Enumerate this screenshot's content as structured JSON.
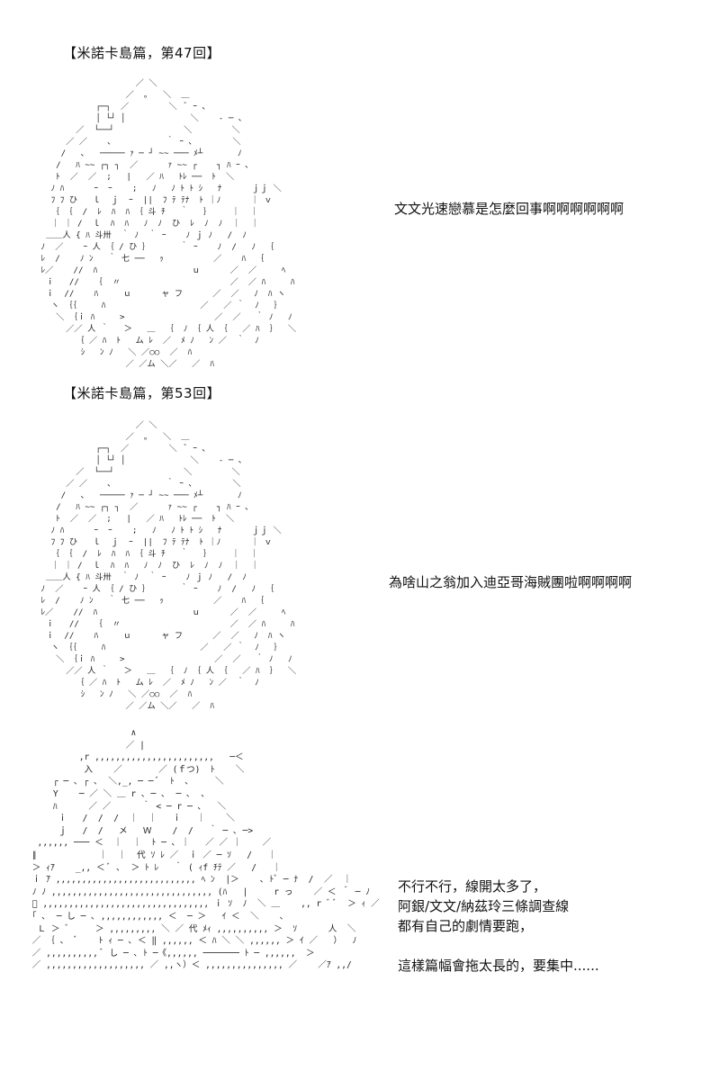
{
  "sections": [
    {
      "header": "【米諾卡島篇，第47回】",
      "caption": "文文光速戀慕是怎麼回事啊啊啊啊啊啊"
    },
    {
      "header": "【米諾卡島篇，第53回】",
      "caption": "為啥山之翁加入迪亞哥海賊團啦啊啊啊啊"
    },
    {
      "caption_lines": [
        "不行不行，線開太多了，",
        "阿銀/文文/納茲玲三條調查線",
        "都有自己的劇情要跑，",
        "這樣篇幅會拖太長的，要集中......"
      ]
    }
  ],
  "ascii_art": {
    "face_art": "                    ／ ＼\n                  ／  ｡   ＼  ＿\n            ┌─┐  ／        ＼  ﾞ ｰ ､\n            │ └┘ │             ＼    ‐ ─ ､\n        ／  └──┘              ＼        ＼\n      ／ ／    ､           ｀ ｰ ､        ＼\n     /   ､   ───── ｧ ─ ┘ ~~ ─── ﾒ┴       ﾉ\n    /   ﾊ ~~ ┌┐ ┐  ／      ｧ ~~ ┌    ┐ ﾊ ｰ ､\n    ﾄ  ／  ／  ;   |   ／ ﾊ   ﾄﾚ ──  ﾄ  ＼\n   ﾉ ﾊ      ｰ  ｰ    ;   ﾉ   ﾉ ﾄ ﾄ ｼ   ﾅ      ｊｊ ＼\n   ﾌ ﾌ ひ   ｌ  ｊ  ｰ  ||  ﾌ ﾃ ﾃﾅ  ﾄ ｜ﾉ      ｜ ｖ\n   ｛ ｛  /  ﾚ  ﾊ  ﾊ ｛ 斗 ﾁ   ｀   ｝    ｜  ｜\n   ｜ ｜ /  ｌ  ﾊ  ﾊ   ﾉ  ﾉ  ひ  ﾚ  ﾉ  ﾉ  ｜  ｜\n  ＿＿人 { ﾊ 斗卅  ｀ ﾉ  ｀ ｰ    ﾉ ｊ ﾉ   /  ﾉ\n ﾉ  ／    ｰ 人 ｛ / ひ ｝      ｀ ｰ    ﾉ  /   ﾉ  ｛\n ﾚ  /    ﾉ ﾝ   ｀ 七 ──   ｯ          ／    ﾊ  ｛\n ﾚ／    //  ﾊ                   ｕ      ／  ／     ﾍ\n  ｉ   //   ｛  〃                      ／  ／ ﾊ     ﾊ\n  ｉ  //    ﾊ     ｕ      ャ フ      ／  ／   ﾉ  ﾊ ヽ\n   ヽ ｛｛     ﾊ                   ／   ／ ｀  ﾉ   ｝\n    ＼ ｛ｉ ﾊ     >                  ／  ／   ｀ ﾉ   ﾉ\n      ／／ 人 ｀   ＞   ＿  ｛  ﾉ ｛ 人 ｛   ／ ﾊ  ｝  ＼\n        ｛ ／ ﾊ  ﾄ   ム ﾚ  ／  ﾒ ﾉ   ﾝ ／  ｀  ﾉ\n         ｼ   ﾝ ﾉ   ＼ ／○○  ／  ﾊ\n                  ／ ／ム ＼／   ／  ﾊ",
    "shadow_art": "                    ∧\n                   ／ |\n          ,r ,,,,,,,,,,,,,,,,,,,,,,,   ─＜\n           入    ／       ／ (ｆつ)  ﾄ    ＼\n     ┌ ─ ､ ┌ ､  ＼,_, ─ ─ ﾞ  ﾄ  ､     ＼\n     Υ    ─ ／ ＼ ＿ r ､ ─ ､  ─ ､  ､\n     ﾊ      ／ ／      ｀ < ─ r ─ ､   ＼\n      ｉ   /  /  /  ｜  ｜   ｉ   ｜    ＼\n      ｊ   /  /   メ   Ｗ    /  /   ｀ ─ ､ ─>\n  ,,,,,, ─── ＜  ｜  ｜  ﾄ ─ ､ ｜   ／ ／ ｜    ／\n ∥            ｜  ｜  代 ｿ ﾚ ／  ｉ ／ ─ ｿ   /   ｜\n ＞ ｨｱ    _,, ＜ ﾞ ､  ＞ ﾄ ﾚ   ｀ ( ｨf ﾁﾃ ／   /   ｜\n ｉ ｱ ,,,,,,,,,,,,,,,,,,,,,,,,,,, ﾍ ﾝ  |＞    ､ ﾄﾞ ─ ﾅ  /  ／  ｜\n ﾉ ﾉ ,,,,,,,,,,,,,,,,,,,,,,,,,,,,,,, (ﾊ   |     r っ    ／ ＜ ＾ ─ ﾉ\n ﾞ ,,,,,,,,,,,,,,,,,,,,,,,,,,,,,,,, ｉ ｿ  ﾉ  ＼ ＿    ,, r ﾞ ﾞ  ＞ ｨ ／\n ｢ ､  ─ し ─ ､ ,,,,,,,,,,,, ＜  ─ ＞   ｲ ＜  ＼    ､\n  Ｌ ＞ ﾞ     ＞ ,,,,,,,,, ＼ ／ 代 ﾒｨ ,,,,,,,,,, ＞  ｿ      人  ＼\n ／ ｛ 、 ﾞ    ﾄ ｨ ─ ､ ＜ ‖ ,,,,,, ＜ ﾊ ＼ ＼ ,,,,,, ＞ ｲ ／   ）  ﾉ\n ／ ,,,,,,,,,, ﾞ し ─ ､ ﾄ ─《,,,,,, ─────── ﾄ ─ ,,,,,,  ＞\n ／ ,,,,,,,,,,,,,,,,,,, ／ ,,ヽ）＜ ,,,,,,,,,,,,,,, ／    ／ｱ ,,/"
  }
}
